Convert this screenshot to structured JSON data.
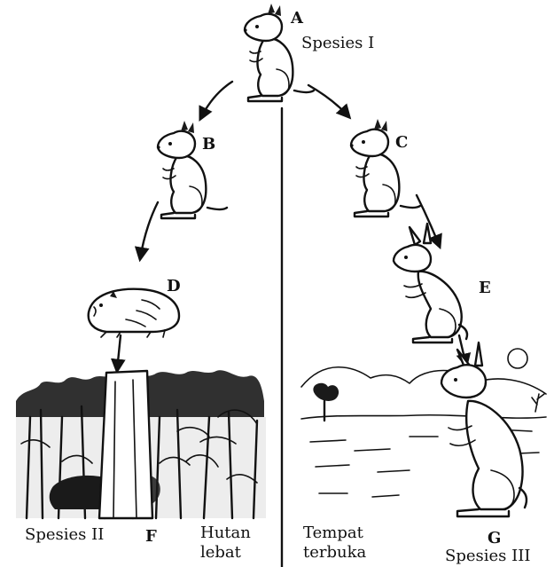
{
  "nodes": {
    "a": {
      "letter": "A",
      "caption": "Spesies I"
    },
    "b": {
      "letter": "B"
    },
    "c": {
      "letter": "C"
    },
    "d": {
      "letter": "D"
    },
    "e": {
      "letter": "E"
    },
    "f": {
      "letter": "F",
      "caption": "Spesies II"
    },
    "g": {
      "letter": "G",
      "caption": "Spesies III"
    }
  },
  "habitats": {
    "left": {
      "line1": "Hutan",
      "line2": "lebat"
    },
    "right": {
      "line1": "Tempat",
      "line2": "terbuka"
    }
  }
}
